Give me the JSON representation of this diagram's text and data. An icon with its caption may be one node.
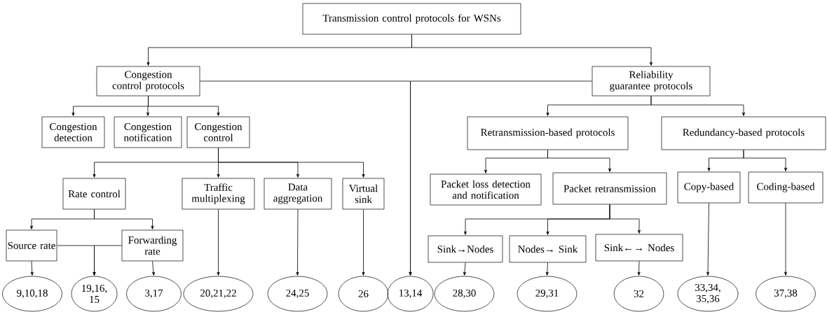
{
  "diagram": {
    "nodes": [
      {
        "text": [
          "Transmission control protocols for WSNs"
        ]
      },
      {
        "text": [
          "Congestion control protocols"
        ]
      },
      {
        "text": [
          "Reliability guarantee protocols"
        ]
      },
      {
        "text": [
          "Congestion detection"
        ]
      },
      {
        "text": [
          "Congestion notification"
        ]
      },
      {
        "text": [
          "Congestion control"
        ]
      },
      {
        "text": [
          "Retransmission-based protocols"
        ]
      },
      {
        "text": [
          "Redundancy-based protocols"
        ]
      },
      {
        "text": [
          "Rate control"
        ]
      },
      {
        "text": [
          "Traffic multiplexing"
        ]
      },
      {
        "text": [
          "Data aggregation"
        ]
      },
      {
        "text": [
          "Virtual sink"
        ]
      },
      {
        "text": [
          "Packet loss detection and notification"
        ]
      },
      {
        "text": [
          "Packet retransmission"
        ]
      },
      {
        "text": [
          "Copy-based"
        ]
      },
      {
        "text": [
          "Coding-based"
        ]
      },
      {
        "text": [
          "Source rate"
        ]
      },
      {
        "text": [
          "Forwarding rate"
        ]
      },
      {
        "text": [
          "Sink→Nodes"
        ]
      },
      {
        "text": [
          "Nodes→ Sink"
        ]
      },
      {
        "text": [
          "Sink←→ Nodes"
        ]
      },
      {
        "text": [
          "9,10,18"
        ]
      },
      {
        "text": [
          "19,16, 15"
        ]
      },
      {
        "text": [
          "3,17"
        ]
      },
      {
        "text": [
          "20,21,22"
        ]
      },
      {
        "text": [
          "24,25"
        ]
      },
      {
        "text": [
          "26"
        ]
      },
      {
        "text": [
          "13,14"
        ]
      },
      {
        "text": [
          "28,30"
        ]
      },
      {
        "text": [
          "29,31"
        ]
      },
      {
        "text": [
          "32"
        ]
      },
      {
        "text": [
          "33,34, 35,36"
        ]
      },
      {
        "text": [
          "37,38"
        ]
      }
    ],
    "edges": [
      {
        "from": 0,
        "to": 1,
        "arrow": "to"
      },
      {
        "from": 0,
        "to": 2,
        "arrow": "to"
      },
      {
        "from": 1,
        "to": 3,
        "arrow": "to"
      },
      {
        "from": 1,
        "to": 4,
        "arrow": "to"
      },
      {
        "from": 1,
        "to": 5,
        "arrow": "to"
      },
      {
        "from": 1,
        "to": 27,
        "arrow": "to"
      },
      {
        "from": 2,
        "to": 27,
        "arrow": "to"
      },
      {
        "from": 2,
        "to": 6,
        "arrow": "to"
      },
      {
        "from": 2,
        "to": 7,
        "arrow": "to"
      },
      {
        "from": 5,
        "to": 8,
        "arrow": "to"
      },
      {
        "from": 5,
        "to": 9,
        "arrow": "to"
      },
      {
        "from": 5,
        "to": 10,
        "arrow": "to"
      },
      {
        "from": 5,
        "to": 11,
        "arrow": "to"
      },
      {
        "from": 6,
        "to": 12,
        "arrow": "to"
      },
      {
        "from": 6,
        "to": 13,
        "arrow": "to"
      },
      {
        "from": 7,
        "to": 14,
        "arrow": "to"
      },
      {
        "from": 7,
        "to": 15,
        "arrow": "to"
      },
      {
        "from": 8,
        "to": 16,
        "arrow": "to"
      },
      {
        "from": 8,
        "to": 17,
        "arrow": "to"
      },
      {
        "from": 16,
        "to": 21,
        "arrow": "to"
      },
      {
        "from": 16,
        "to": 22,
        "arrow": "to"
      },
      {
        "from": 17,
        "to": 22,
        "arrow": "to"
      },
      {
        "from": 17,
        "to": 23,
        "arrow": "to"
      },
      {
        "from": 9,
        "to": 24,
        "arrow": "to"
      },
      {
        "from": 10,
        "to": 25,
        "arrow": "to"
      },
      {
        "from": 11,
        "to": 26,
        "arrow": "to"
      },
      {
        "from": 13,
        "to": 18,
        "arrow": "to"
      },
      {
        "from": 13,
        "to": 19,
        "arrow": "to"
      },
      {
        "from": 13,
        "to": 20,
        "arrow": "to"
      },
      {
        "from": 18,
        "to": 28,
        "arrow": "to"
      },
      {
        "from": 19,
        "to": 29,
        "arrow": "to"
      },
      {
        "from": 20,
        "to": 30,
        "arrow": "to"
      },
      {
        "from": 14,
        "to": 31,
        "arrow": "to"
      },
      {
        "from": 15,
        "to": 32,
        "arrow": "to"
      }
    ]
  }
}
